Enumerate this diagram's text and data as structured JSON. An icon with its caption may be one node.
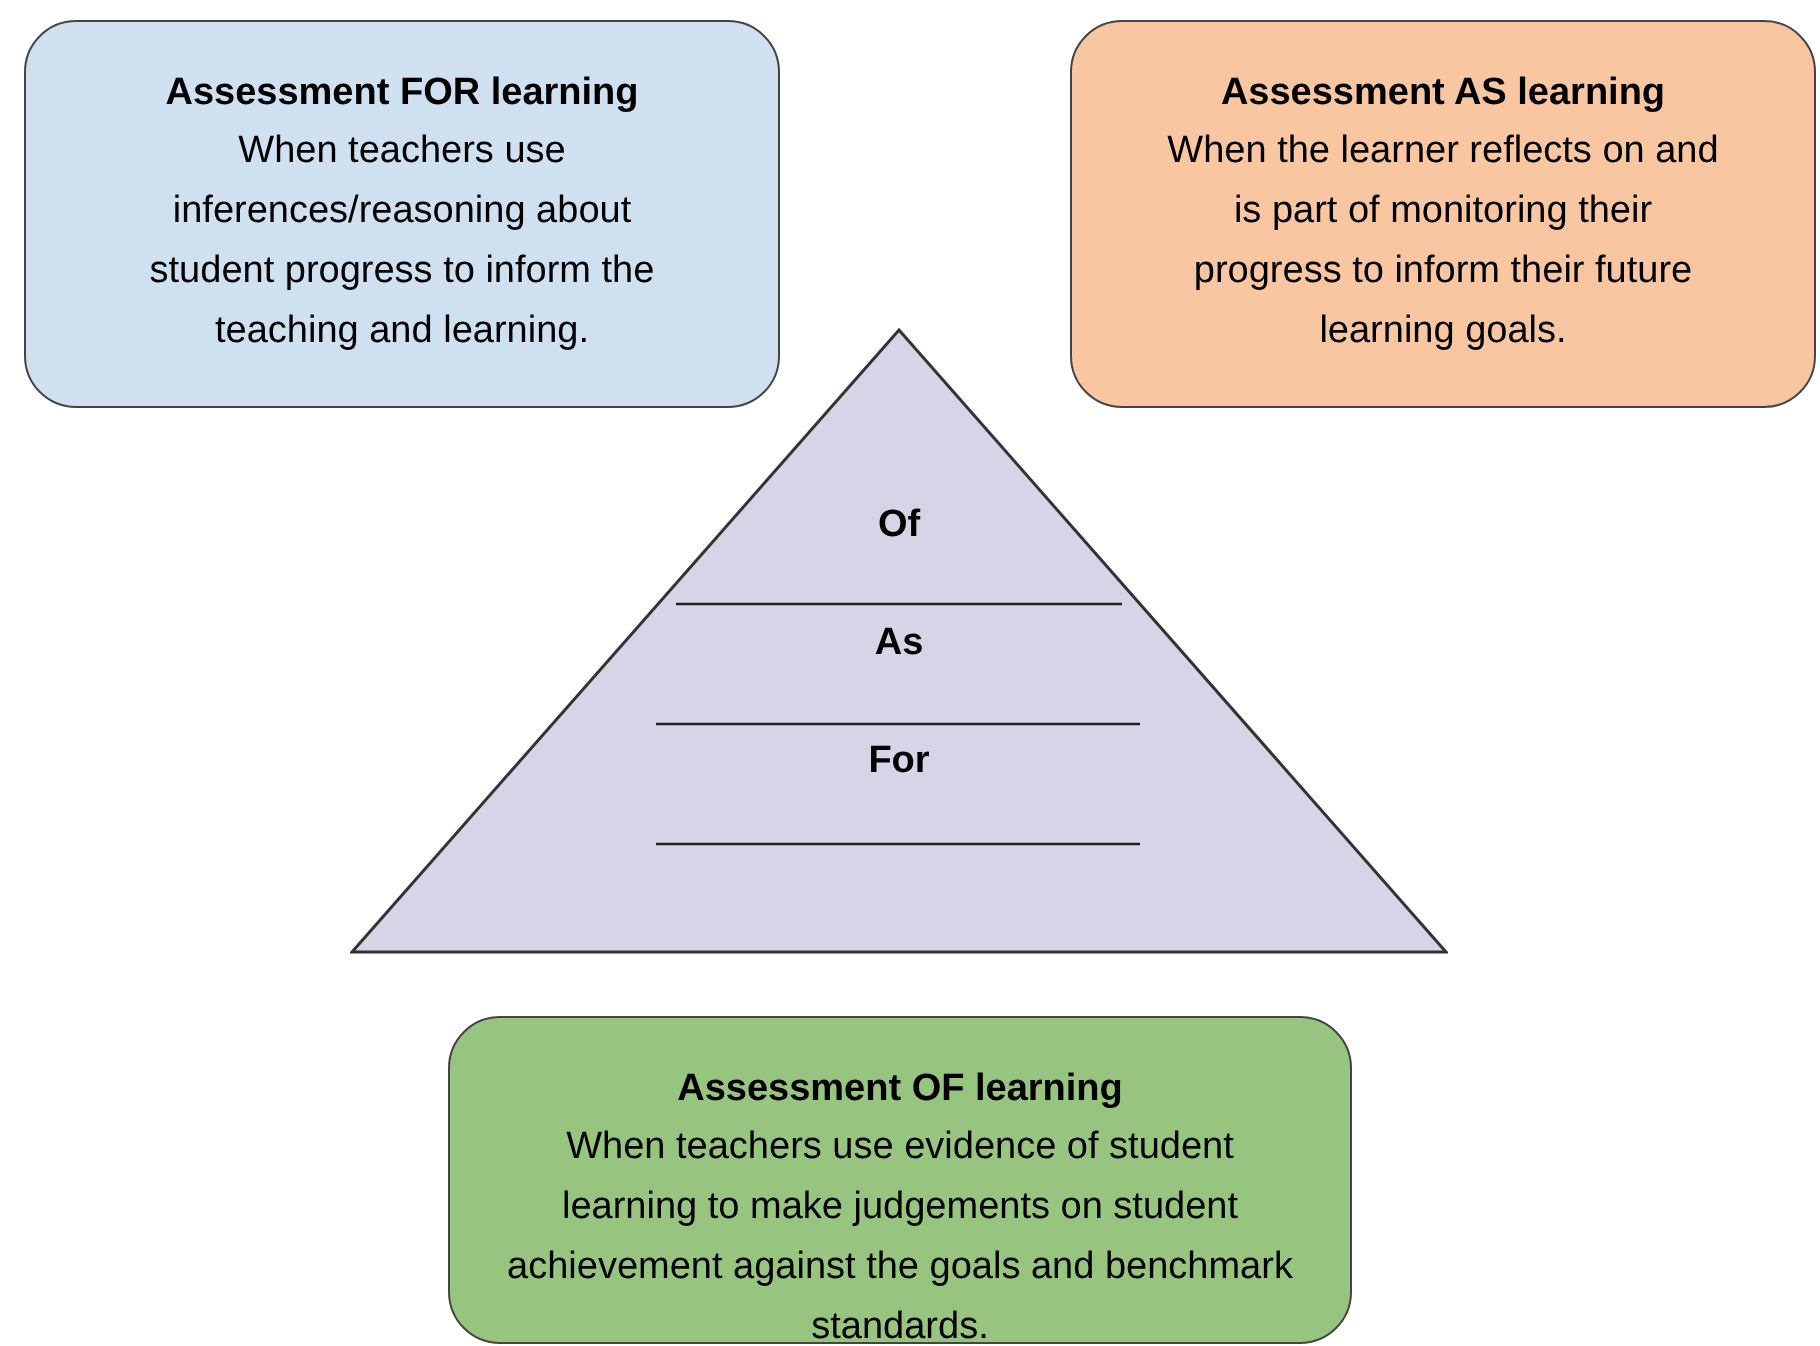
{
  "diagram": {
    "nodes": [
      {
        "text": [
          "Assessment FOR learning",
          "When teachers use inferences/reasoning about student progress to inform the teaching and learning."
        ]
      },
      {
        "text": [
          "Assessment AS learning",
          "When the learner reflects on and is part of monitoring their progress to inform their future learning goals."
        ]
      },
      {
        "text": [
          "Of",
          "As",
          "For"
        ]
      },
      {
        "text": [
          "Assessment OF learning",
          "When teachers use evidence of student learning to make judgements on student achievement against the goals and benchmark standards."
        ]
      }
    ]
  }
}
